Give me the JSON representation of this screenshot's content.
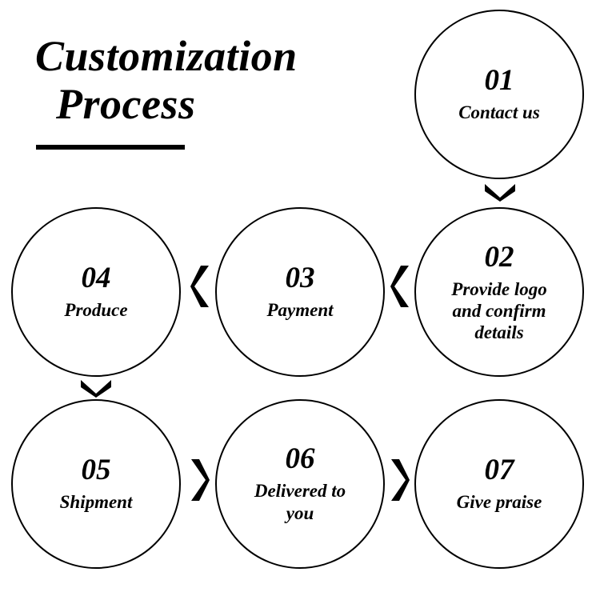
{
  "title": {
    "line1": "Customization",
    "line2": "Process"
  },
  "nodes": [
    {
      "num": "01",
      "label": "Contact us"
    },
    {
      "num": "02",
      "label": "Provide logo and confirm details"
    },
    {
      "num": "03",
      "label": "Payment"
    },
    {
      "num": "04",
      "label": "Produce"
    },
    {
      "num": "05",
      "label": "Shipment"
    },
    {
      "num": "06",
      "label": "Delivered to you"
    },
    {
      "num": "07",
      "label": "Give praise"
    }
  ],
  "arrows": [
    {
      "name": "arrow-01-to-02",
      "direction": "down"
    },
    {
      "name": "arrow-02-to-03",
      "direction": "left"
    },
    {
      "name": "arrow-03-to-04",
      "direction": "left"
    },
    {
      "name": "arrow-04-to-05",
      "direction": "down"
    },
    {
      "name": "arrow-05-to-06",
      "direction": "right"
    },
    {
      "name": "arrow-06-to-07",
      "direction": "right"
    }
  ],
  "colors": {
    "background": "#ffffff",
    "stroke": "#000000",
    "text": "#000000"
  }
}
